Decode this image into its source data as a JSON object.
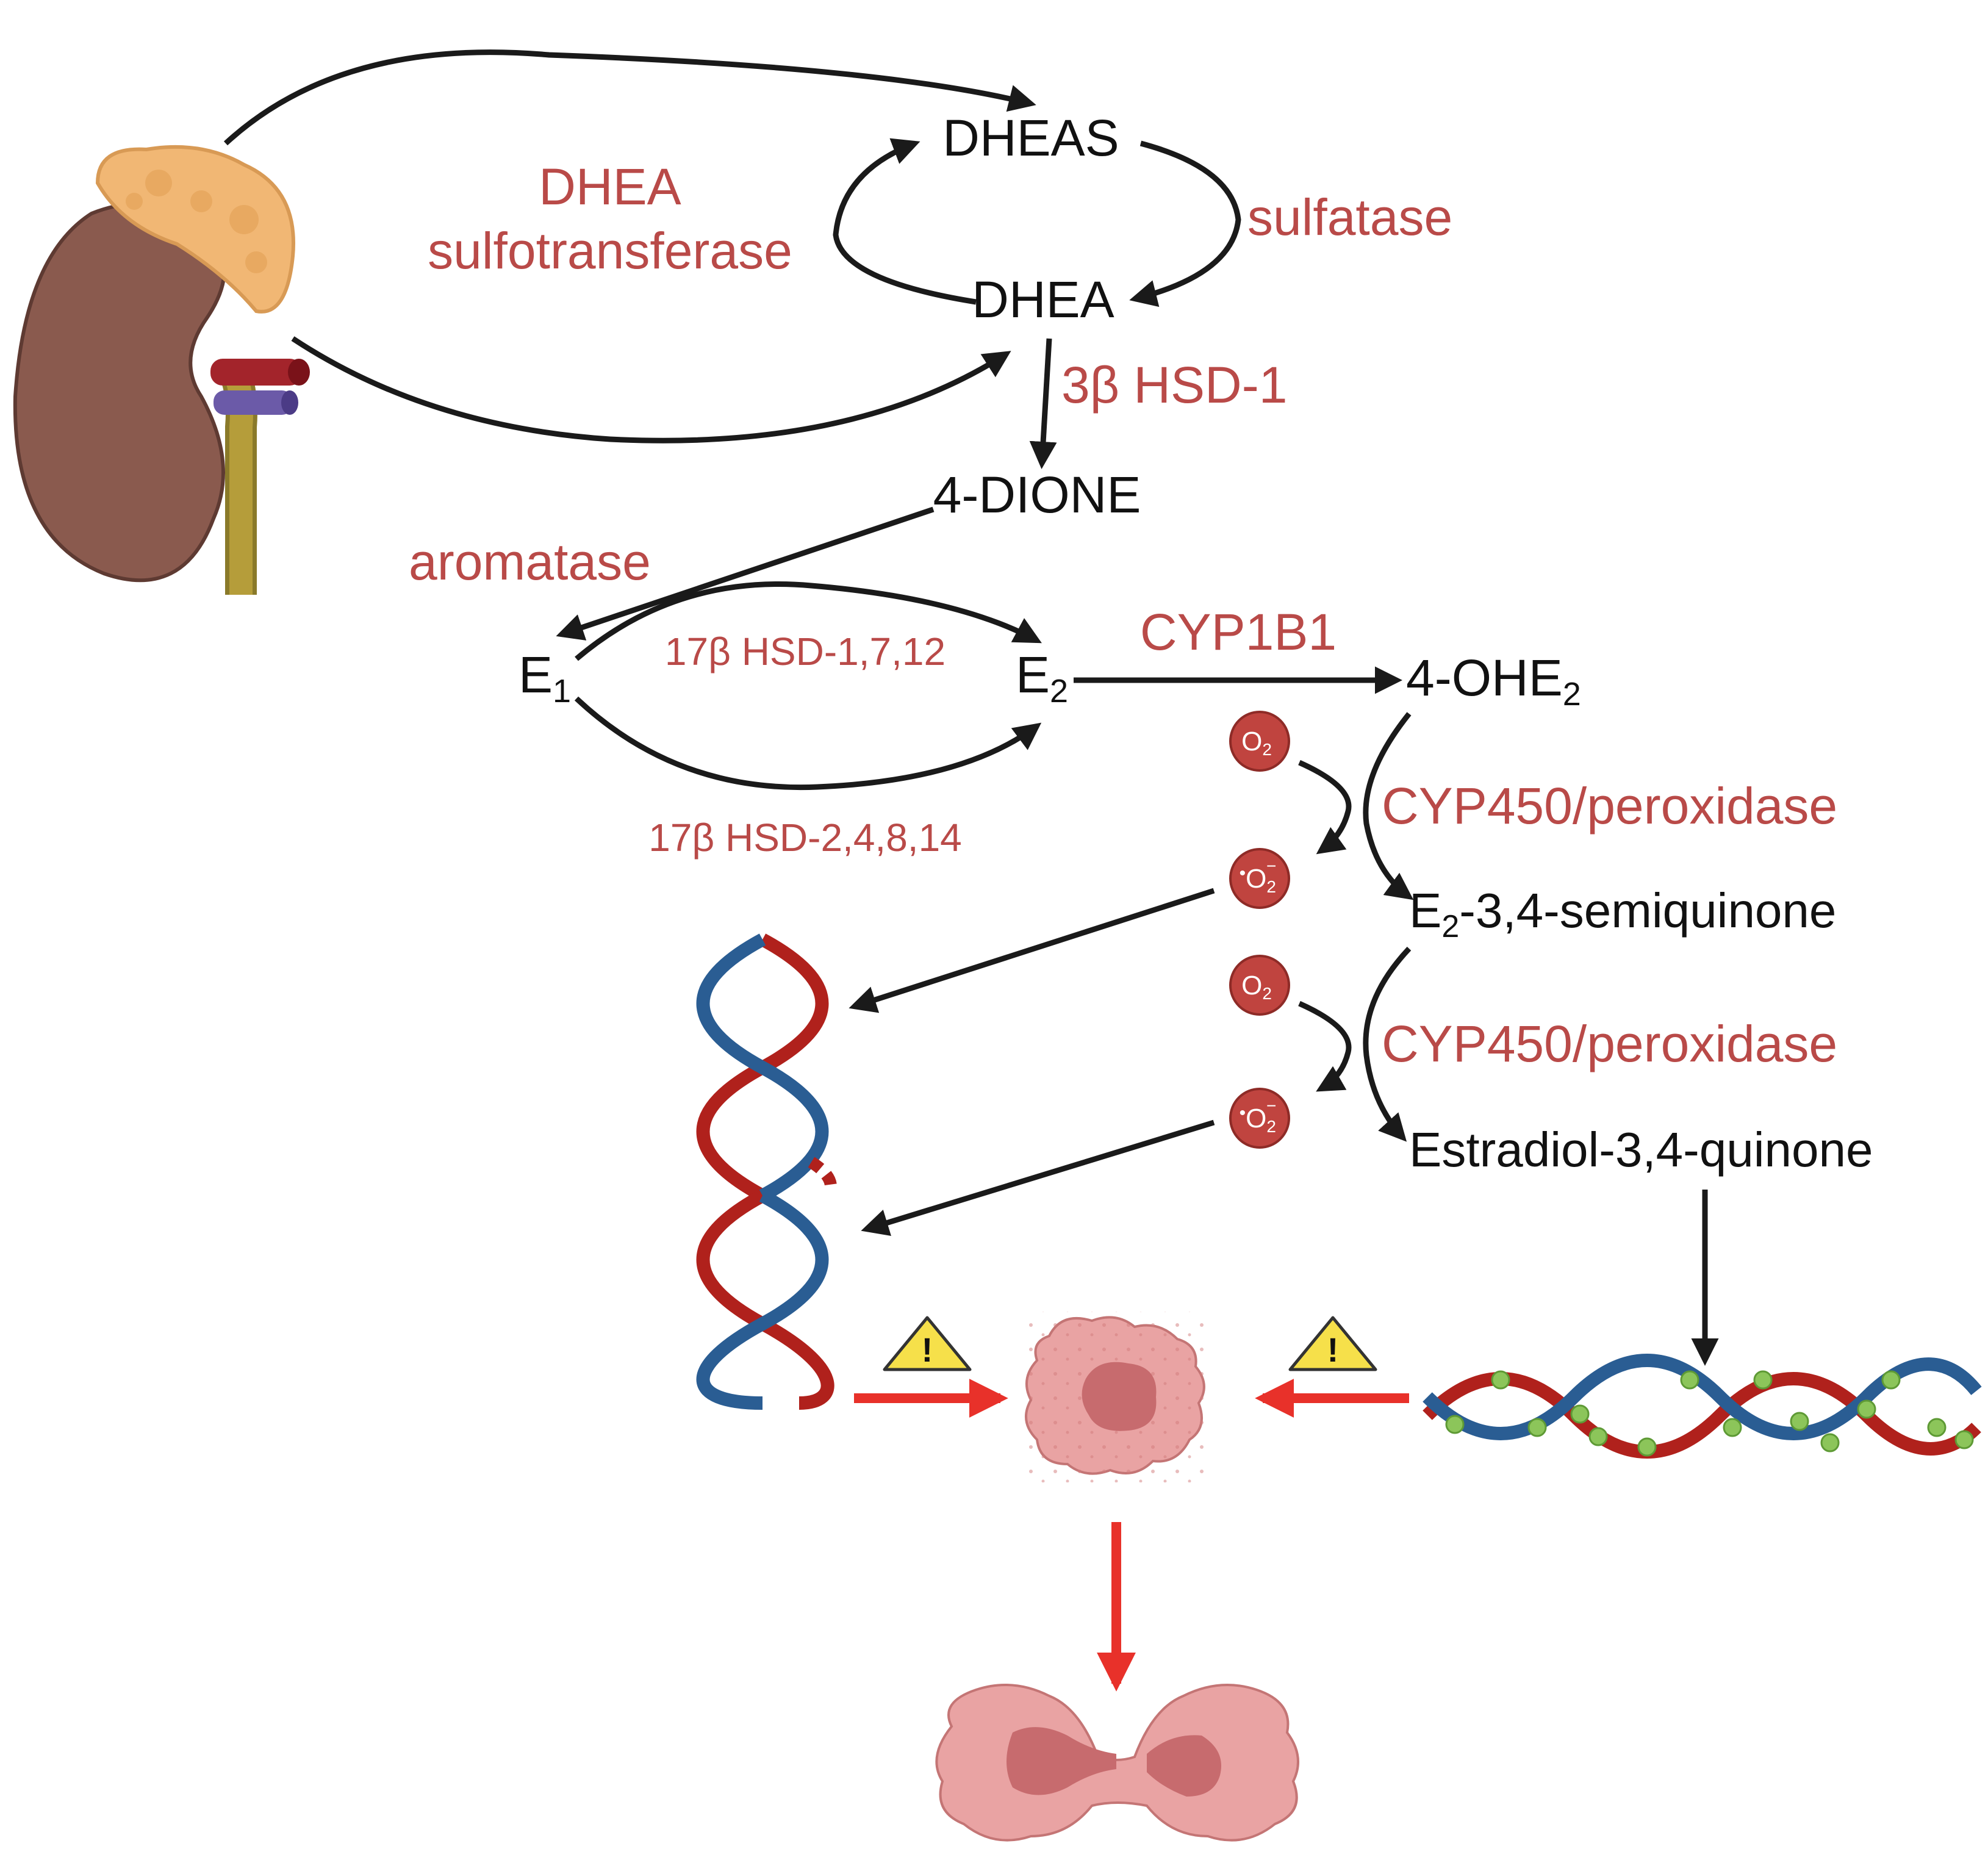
{
  "nodes": {
    "dheas": "DHEAS",
    "dhea": "DHEA",
    "dione": "4-DIONE",
    "e1": "E",
    "e1_sub": "1",
    "e2": "E",
    "e2_sub": "2",
    "ohe2": "4-OHE",
    "ohe2_sub": "2",
    "semiquinone_pre": "E",
    "semiquinone_sub": "2",
    "semiquinone_post": "-3,4-semiquinone",
    "quinone": "Estradiol-3,4-quinone"
  },
  "enzymes": {
    "dhea_sulfotransferase_line1": "DHEA",
    "dhea_sulfotransferase_line2": "sulfotransferase",
    "sulfatase": "sulfatase",
    "hsd3b": "3β HSD-1",
    "aromatase": "aromatase",
    "hsd17_forward": "17β HSD-1,7,12",
    "hsd17_reverse": "17β HSD-2,4,8,14",
    "cyp1b1": "CYP1B1",
    "cyp450_1": "CYP450/peroxidase",
    "cyp450_2": "CYP450/peroxidase"
  },
  "ros": {
    "o2": "O",
    "o2_sub": "2",
    "superoxide": "O",
    "superoxide_sub": "2",
    "superoxide_sup": "−",
    "radical_dot": "•"
  },
  "warnings": {
    "symbol": "!"
  },
  "colors": {
    "enzyme_text": "#b94a48",
    "arrow": "#1a1a1a",
    "red_arrow": "#e8312a",
    "dna_red": "#b0211c",
    "dna_blue": "#2a5d93",
    "adduct_green": "#8cc55a",
    "cell_pink": "#e9a3a3",
    "nucleus": "#c76b6e"
  },
  "icons": [
    "kidney-adrenal-icon",
    "dna-helix-icon",
    "dna-adduct-icon",
    "cell-icon",
    "dividing-cell-icon",
    "warning-icon",
    "o2-icon",
    "superoxide-icon"
  ]
}
